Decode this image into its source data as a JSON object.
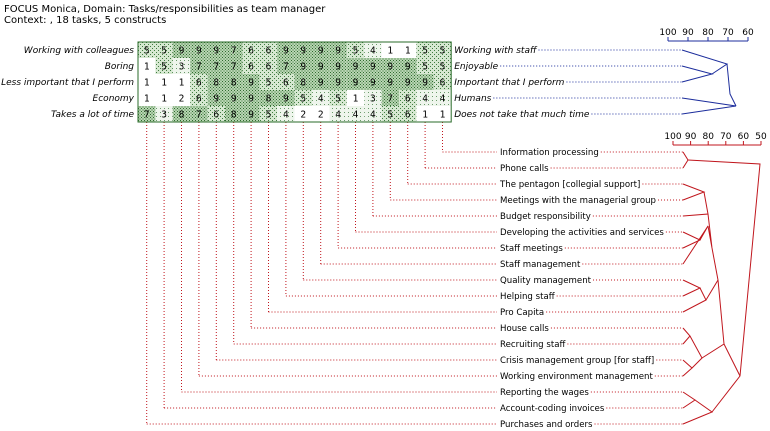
{
  "header": {
    "title": "FOCUS Monica, Domain: Tasks/responsibilities as team manager",
    "context": "Context: , 18 tasks, 5 constructs"
  },
  "colors": {
    "construct_tree": "#1c2d9c",
    "element_tree": "#c0161d",
    "dotted_leader": "#c0161d",
    "cell_border": "#2a6b2a",
    "shade_dark": "#a9c9a3",
    "shade_mid": "#c9dec4",
    "shade_light": "#e7f1e4"
  },
  "constructs": [
    {
      "left": "Working with colleagues",
      "right": "Working with staff"
    },
    {
      "left": "Boring",
      "right": "Enjoyable"
    },
    {
      "left": "Less important that I perform",
      "right": "Important that I perform"
    },
    {
      "left": "Economy",
      "right": "Humans"
    },
    {
      "left": "Takes a lot of time",
      "right": "Does not take that much time"
    }
  ],
  "grid": [
    [
      5,
      5,
      9,
      9,
      9,
      7,
      6,
      6,
      9,
      9,
      9,
      9,
      5,
      4,
      1,
      1,
      5,
      5
    ],
    [
      1,
      5,
      3,
      7,
      7,
      7,
      6,
      6,
      7,
      9,
      9,
      9,
      9,
      9,
      9,
      9,
      5,
      5
    ],
    [
      1,
      1,
      1,
      6,
      8,
      8,
      9,
      5,
      6,
      8,
      9,
      9,
      9,
      9,
      9,
      9,
      9,
      6
    ],
    [
      1,
      1,
      2,
      6,
      9,
      9,
      9,
      8,
      9,
      5,
      4,
      5,
      1,
      3,
      7,
      6,
      4,
      4
    ],
    [
      7,
      3,
      8,
      7,
      6,
      8,
      9,
      5,
      4,
      2,
      2,
      4,
      4,
      4,
      5,
      6,
      1,
      1
    ]
  ],
  "elements": [
    "Information processing",
    "Phone calls",
    "The pentagon [collegial support]",
    "Meetings with the managerial group",
    "Budget responsibility",
    "Developing the activities and services",
    "Staff meetings",
    "Staff management",
    "Quality management",
    "Helping staff",
    "Pro Capita",
    "House calls",
    "Recruiting staff",
    "Crisis management group [for staff]",
    "Working environment management",
    "Reporting the wages",
    "Account-coding invoices",
    "Purchases and orders"
  ],
  "construct_scale": {
    "ticks": [
      "100",
      "90",
      "80",
      "70",
      "60"
    ]
  },
  "element_scale": {
    "ticks": [
      "100",
      "90",
      "80",
      "70",
      "60",
      "50"
    ]
  }
}
